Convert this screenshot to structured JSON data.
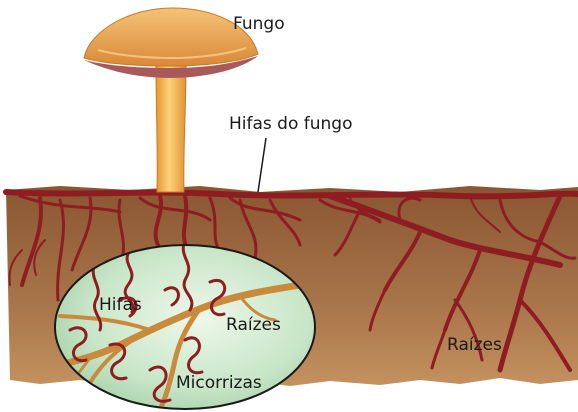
{
  "labels": {
    "fungus": "Fungo",
    "fungal_hyphae": "Hifas do fungo",
    "hyphae": "Hifas",
    "roots_inset": "Raízes",
    "roots_soil": "Raízes",
    "mycorrhizae": "Micorrizas"
  },
  "colors": {
    "soil": "#8a5632",
    "soil_light": "#a9754a",
    "root_dark_red": "#8e1d22",
    "inset_background": "#c8e6c8",
    "inset_root": "#c98a3c",
    "mushroom_cap": "#e8a04a",
    "mushroom_gills": "#a85a5a",
    "mushroom_stem": "#f2b24a"
  }
}
